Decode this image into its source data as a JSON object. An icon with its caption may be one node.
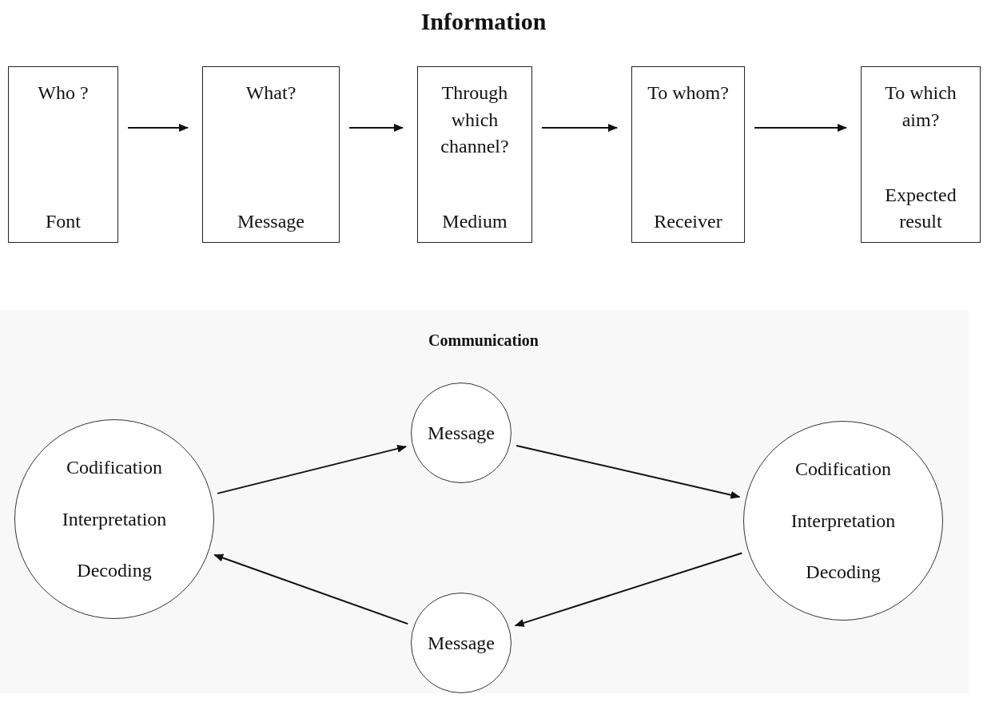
{
  "diagram": {
    "title": "Information",
    "nodes": [
      {
        "text": [
          "Who ?",
          "Font"
        ]
      },
      {
        "text": [
          "What?",
          "Message"
        ]
      },
      {
        "text": [
          "Through which channel?",
          "Medium"
        ]
      },
      {
        "text": [
          "To whom?",
          "Receiver"
        ]
      },
      {
        "text": [
          "To which aim?",
          "Expected result"
        ]
      },
      {
        "text": [
          "Codification",
          "Interpretation",
          "Decoding"
        ]
      },
      {
        "text": [
          "Message"
        ]
      },
      {
        "text": [
          "Codification",
          "Interpretation",
          "Decoding"
        ]
      },
      {
        "text": [
          "Message"
        ]
      }
    ],
    "edges": [
      {
        "from": 0,
        "to": 1,
        "arrow": "to"
      },
      {
        "from": 1,
        "to": 2,
        "arrow": "to"
      },
      {
        "from": 2,
        "to": 3,
        "arrow": "to"
      },
      {
        "from": 3,
        "to": 4,
        "arrow": "to"
      },
      {
        "from": 5,
        "to": 6,
        "arrow": "to"
      },
      {
        "from": 6,
        "to": 7,
        "arrow": "to"
      },
      {
        "from": 7,
        "to": 8,
        "arrow": "to"
      },
      {
        "from": 8,
        "to": 5,
        "arrow": "to"
      }
    ],
    "labels": [
      "Communication"
    ]
  }
}
